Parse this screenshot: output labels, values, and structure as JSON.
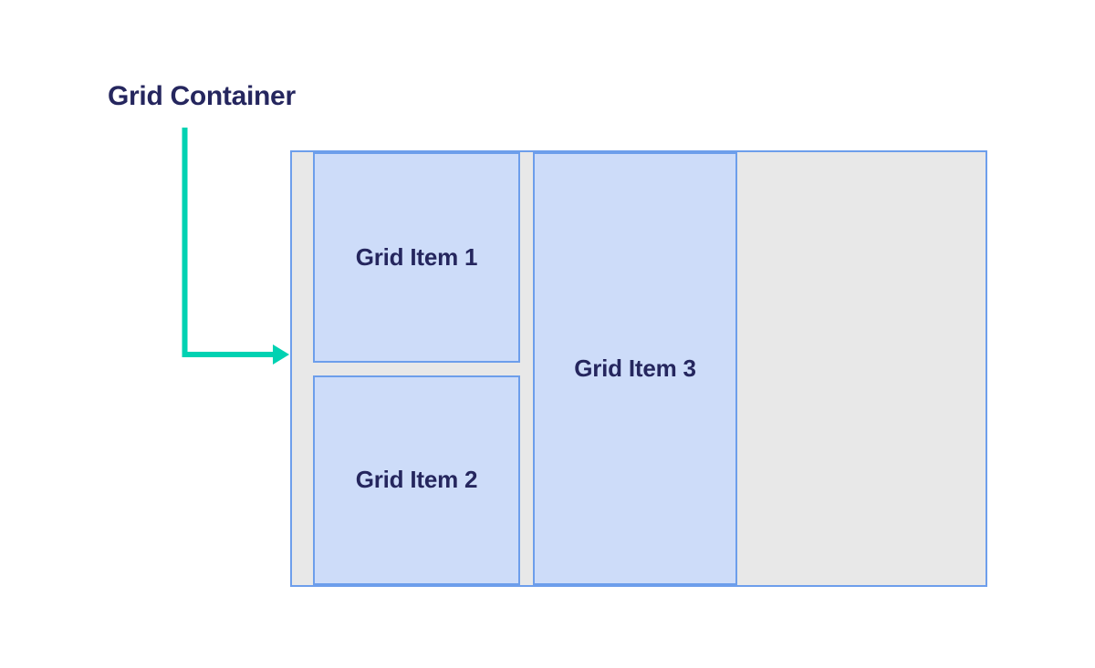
{
  "diagram": {
    "title": "Grid Container",
    "items": [
      {
        "label": "Grid Item 1"
      },
      {
        "label": "Grid Item 2"
      },
      {
        "label": "Grid Item 3"
      }
    ]
  },
  "colors": {
    "accent_teal": "#00d2b2",
    "text_navy": "#25265e",
    "item_fill": "#cddcf9",
    "item_border": "#6d9eeb",
    "container_bg": "#e8e8e8",
    "page_bg": "#ffffff"
  }
}
